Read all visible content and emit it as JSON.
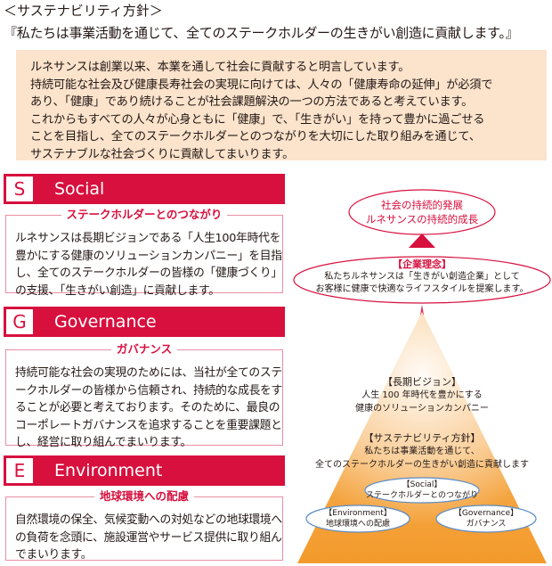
{
  "heading": "＜サステナビリティ方針＞",
  "subheading": "『私たちは事業活動を通じて、全てのステークホルダーの生きがい創造に貢献します。』",
  "intro_lines": [
    "ルネサンスは創業以来、本業を通して社会に貢献すると明言しています。",
    "持続可能な社会及び健康長寿社会の実現に向けては、人々の「健康寿命の延伸」が必須で",
    "あり、「健康」であり続けることが社会課題解決の一つの方法であると考えています。",
    "これからもすべての人々が心身ともに「健康」で、「生きがい」を持って豊かに過ごせる",
    "ことを目指し、全てのステークホルダーとのつながりを大切にした取り組みを通じて、",
    "サステナブルな社会づくりに貢献してまいります。"
  ],
  "pillars": [
    {
      "letter": "S",
      "title": "Social",
      "subtitle": "ステークホルダーとのつながり",
      "lines": [
        "ルネサンスは長期ビジョンである「人生100年時代を",
        "豊かにする健康のソリューションカンパニー」を目指",
        "し、全てのステークホルダーの皆様の「健康づくり」",
        "の支援、「生きがい創造」に貢献します。"
      ]
    },
    {
      "letter": "G",
      "title": "Governance",
      "subtitle": "ガバナンス",
      "lines": [
        "持続可能な社会の実現のためには、当社が全てのステ",
        "ークホルダーの皆様から信頼され、持続的な成長をす",
        "ることが必要と考えております。そのために、最良の",
        "コーポレートガバナンスを追求することを重要課題と",
        "し、経営に取り組んでまいります。"
      ]
    },
    {
      "letter": "E",
      "title": "Environment",
      "subtitle": "地球環境への配慮",
      "lines": [
        "自然環境の保全、気候変動への対処などの地球環境へ",
        "の負荷を念頭に、施設運営やサービス提供に取り組ん",
        "でまいります。"
      ]
    }
  ],
  "pyramid": {
    "goal_lines": [
      "社会の持続的発展",
      "ルネサンスの持続的成長"
    ],
    "philosophy_title": "【企業理念】",
    "philosophy_lines": [
      "私たちルネサンスは「生きがい創造企業」として",
      "お客様に健康で快適なライフスタイルを提案します。"
    ],
    "vision_title": "【長期ビジョン】",
    "vision_lines": [
      "人生 100 年時代を豊かにする",
      "健康のソリューションカンパニー"
    ],
    "policy_title": "【サステナビリティ方針】",
    "policy_lines": [
      "私たちは事業活動を通じて、",
      "全てのステークホルダーの生きがい創造に貢献します"
    ],
    "social_lines": [
      "【Social】",
      "ステークホルダーとのつながり"
    ],
    "environment_lines": [
      "【Environment】",
      "地球環境への配慮"
    ],
    "governance_lines": [
      "【Governance】",
      "ガバナンス"
    ]
  },
  "colors": {
    "accent": "#d7103e",
    "intro_bg": "#fbe3cc",
    "pyramid_dark": "#f39a2b",
    "pyramid_light": "#fde8cf",
    "ellipse_border": "#5b8cc8"
  }
}
